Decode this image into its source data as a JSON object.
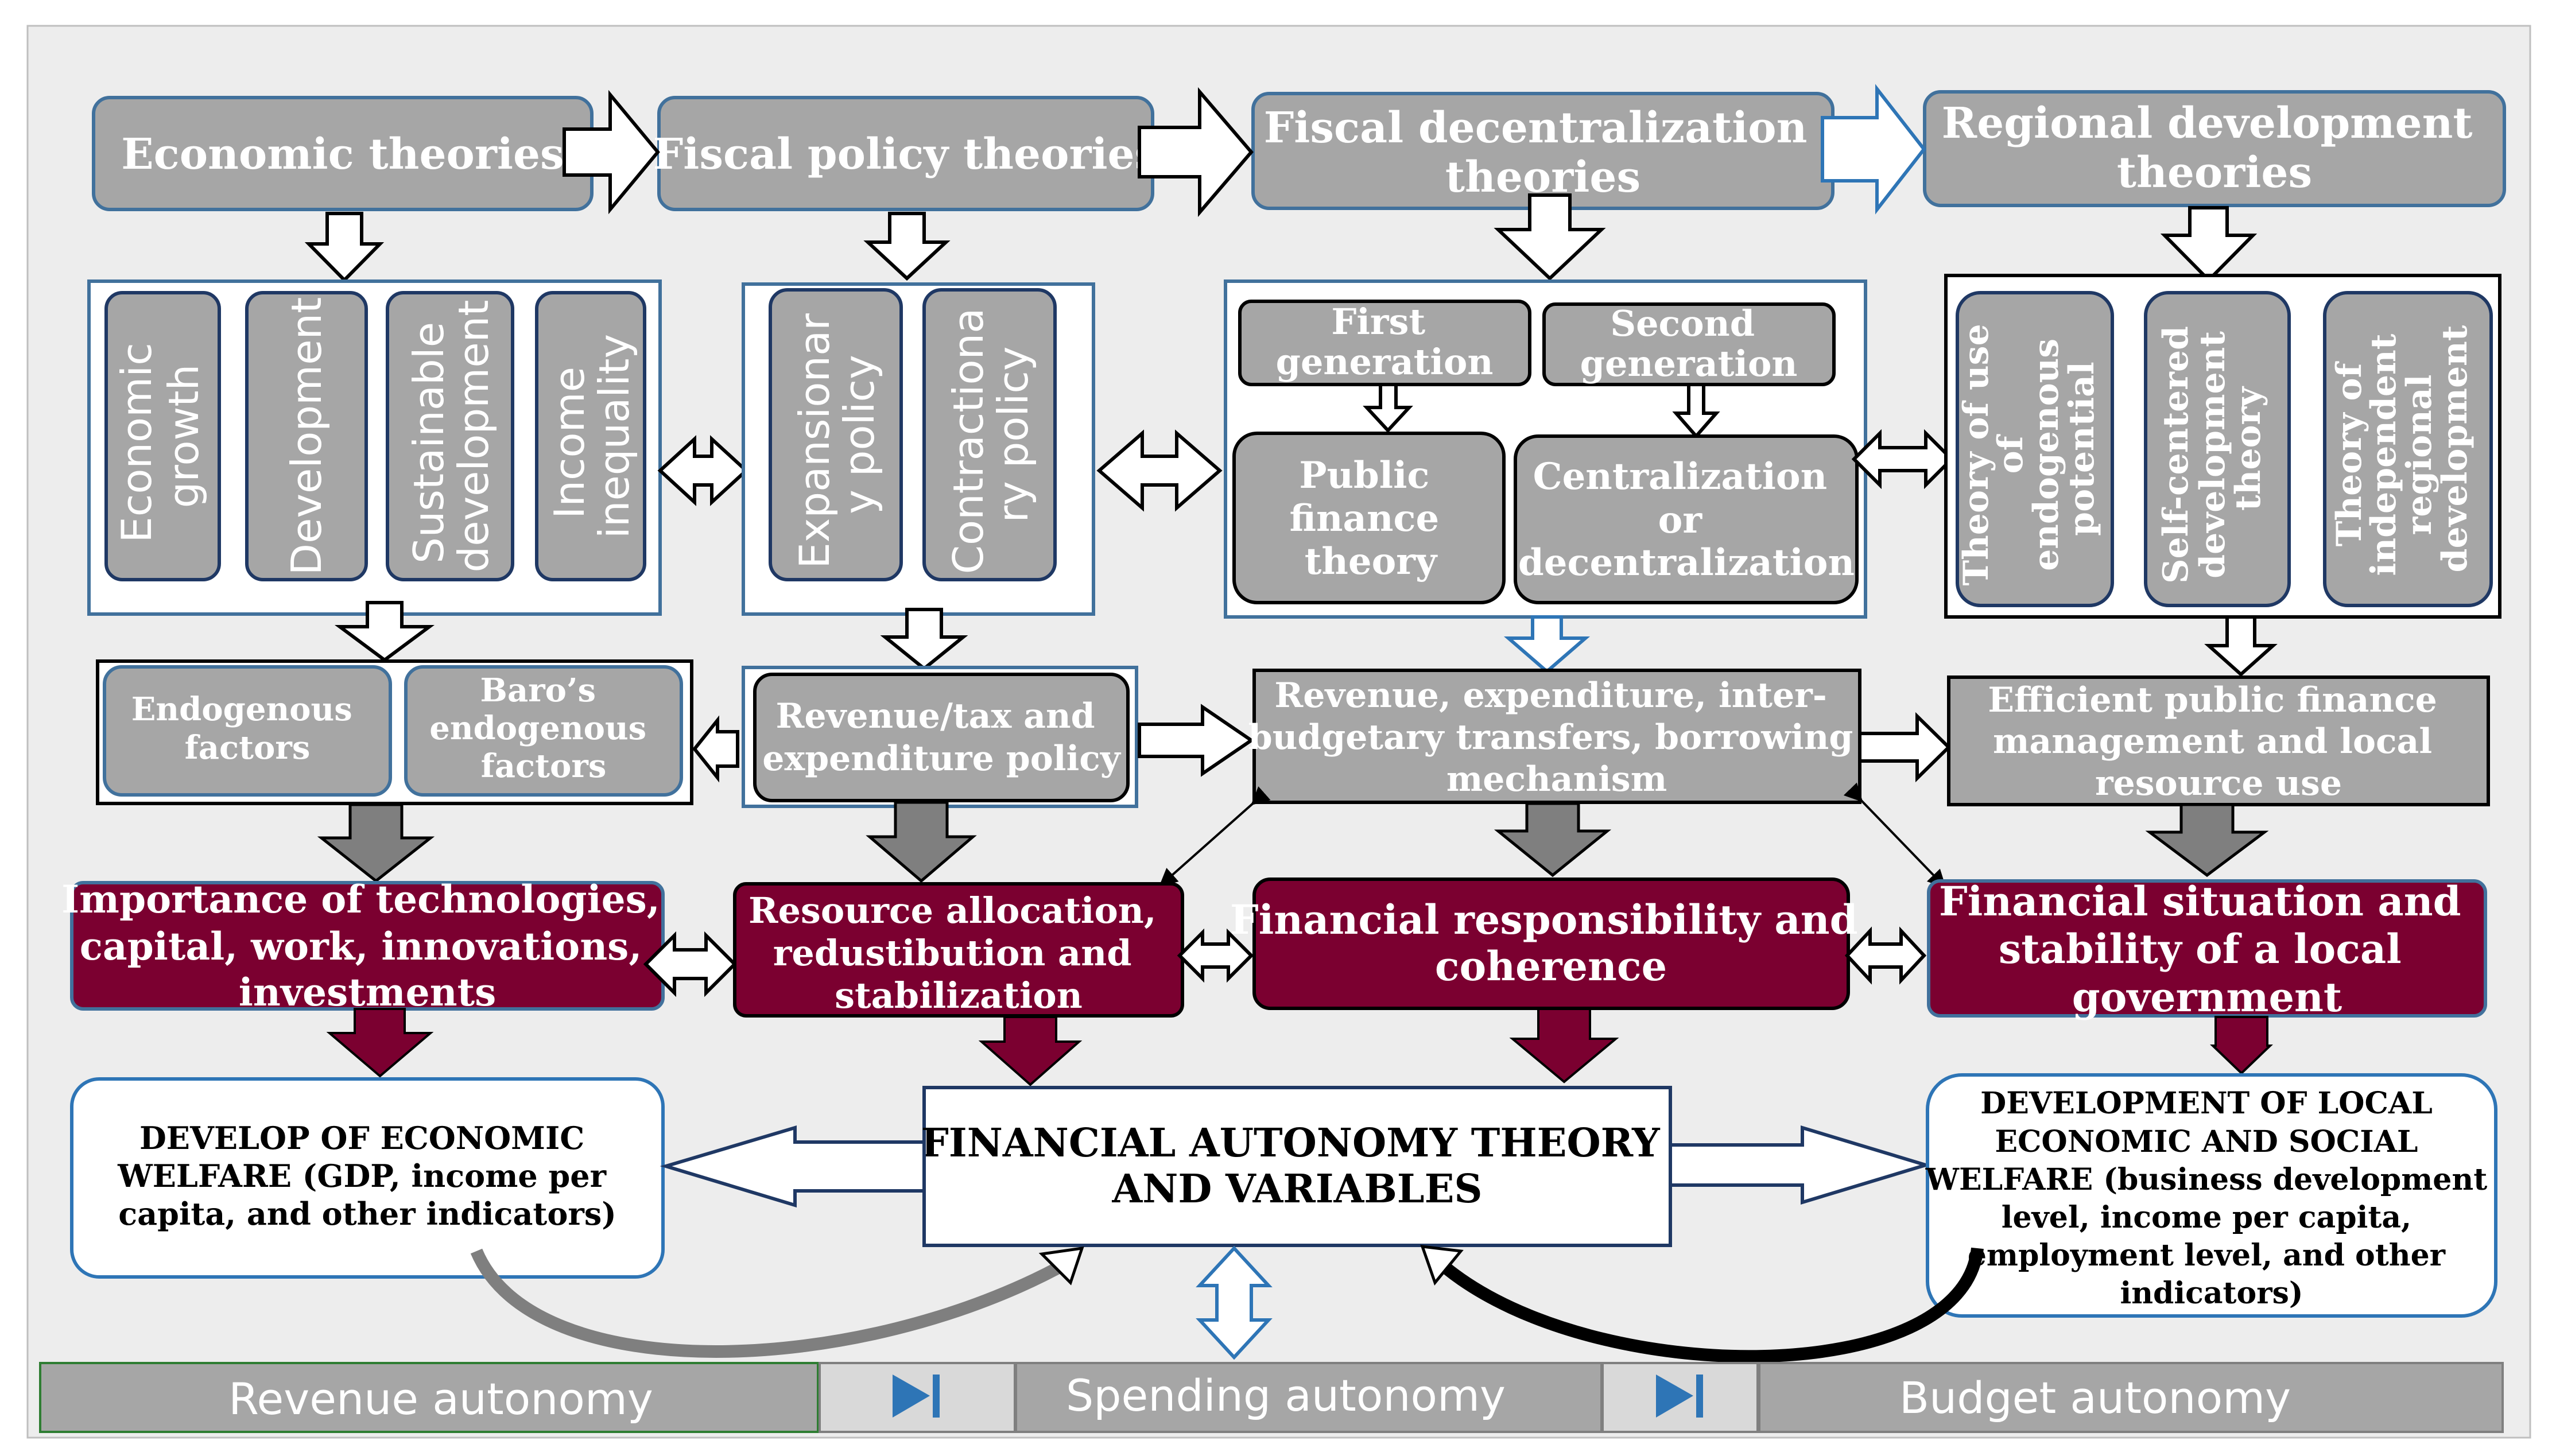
{
  "colors": {
    "background": "#ededed",
    "grey_box": "#a6a6a6",
    "maroon": "#7b0030",
    "blue_border": "#41719c",
    "white": "#ffffff"
  },
  "top_row": {
    "economic": "Economic theories",
    "fiscal_policy": "Fiscal policy theories",
    "fiscal_decentralization": [
      "Fiscal decentralization",
      "theories"
    ],
    "regional_development": [
      "Regional development",
      "theories"
    ]
  },
  "economic_pills": {
    "growth": [
      "Economic",
      "growth"
    ],
    "development": [
      "Development"
    ],
    "sustainable": [
      "Sustainable",
      "development"
    ],
    "inequality": [
      "Income",
      "inequality"
    ]
  },
  "fiscal_pills": {
    "expansionary": [
      "Expansionar",
      "y policy"
    ],
    "contractionary": [
      "Contractiona",
      "ry policy"
    ]
  },
  "decentralization": {
    "first_generation": [
      "First",
      "generation"
    ],
    "second_generation": [
      "Second",
      "generation"
    ],
    "public_finance": [
      "Public",
      "finance",
      "theory"
    ],
    "centralization": [
      "Centralization",
      "or",
      "decentralization"
    ]
  },
  "regional_pills": {
    "endogenous_potential": [
      "Theory of use",
      "of",
      "endogenous",
      "potential"
    ],
    "self_centered": [
      "Self-centered",
      "development",
      "theory"
    ],
    "independent": [
      "Theory of",
      "independent",
      "regional",
      "development"
    ]
  },
  "row3": {
    "endogenous_factors": [
      "Endogenous",
      "factors"
    ],
    "baro_factors": [
      "Baro’s",
      "endogenous",
      "factors"
    ],
    "revenue_tax": [
      "Revenue/tax and",
      "expenditure policy"
    ],
    "revenue_expenditure": [
      "Revenue, expenditure, inter-",
      "budgetary transfers, borrowing",
      "mechanism"
    ],
    "efficient": [
      "Efficient public finance",
      "management and local",
      "resource use"
    ]
  },
  "row4": {
    "technologies": [
      "Importance of technologies,",
      "capital, work, innovations,",
      "investments"
    ],
    "resource_allocation": [
      "Resource allocation,",
      "redustibution and",
      "stabilization"
    ],
    "responsibility": [
      "Financial responsibility and",
      "coherence"
    ],
    "situation": [
      "Financial situation and",
      "stability of a local",
      "government"
    ]
  },
  "row5": {
    "economic_welfare": [
      "DEVELOP OF ECONOMIC",
      "WELFARE (GDP, income per",
      "capita, and other indicators)"
    ],
    "autonomy_theory": [
      "FINANCIAL AUTONOMY THEORY",
      "AND VARIABLES"
    ],
    "local_welfare": [
      "DEVELOPMENT OF LOCAL",
      "ECONOMIC AND SOCIAL",
      "WELFARE (business development",
      "level, income per capita,",
      "employment level, and other",
      "indicators)"
    ]
  },
  "bottom_bar": {
    "revenue": "Revenue autonomy",
    "spending": "Spending autonomy",
    "budget": "Budget autonomy"
  }
}
